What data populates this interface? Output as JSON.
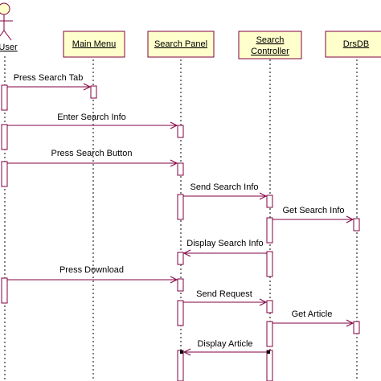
{
  "diagram": {
    "type": "sequence",
    "colors": {
      "line": "#800040",
      "box_fill": "#ffffcc",
      "activation_fill": "#ffffff",
      "lifeline": "#000000",
      "text": "#000000"
    },
    "participants": [
      {
        "id": "user",
        "label": "User",
        "kind": "actor"
      },
      {
        "id": "main_menu",
        "label": "Main Menu",
        "kind": "object"
      },
      {
        "id": "search_panel",
        "label": "Search Panel",
        "kind": "object"
      },
      {
        "id": "search_controller",
        "label": "Search Controller",
        "label_lines": [
          "Search",
          "Controller"
        ],
        "kind": "object"
      },
      {
        "id": "drsdb",
        "label": "DrsDB",
        "kind": "object"
      }
    ],
    "messages": [
      {
        "from": "user",
        "to": "main_menu",
        "label": "Press Search Tab"
      },
      {
        "from": "user",
        "to": "search_panel",
        "label": "Enter Search Info"
      },
      {
        "from": "user",
        "to": "search_panel",
        "label": "Press Search Button"
      },
      {
        "from": "search_panel",
        "to": "search_controller",
        "label": "Send Search Info"
      },
      {
        "from": "search_controller",
        "to": "drsdb",
        "label": "Get Search Info"
      },
      {
        "from": "search_controller",
        "to": "search_panel",
        "label": "Display Search Info"
      },
      {
        "from": "user",
        "to": "search_panel",
        "label": "Press Download"
      },
      {
        "from": "search_panel",
        "to": "search_controller",
        "label": "Send Request"
      },
      {
        "from": "search_controller",
        "to": "drsdb",
        "label": "Get Article"
      },
      {
        "from": "search_controller",
        "to": "search_panel",
        "label": "Display Article"
      }
    ]
  }
}
